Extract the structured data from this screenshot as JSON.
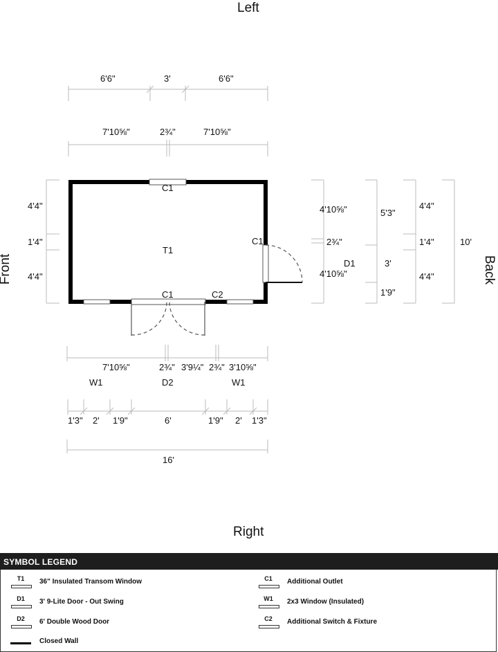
{
  "sides": {
    "left": "Left",
    "right": "Right",
    "front": "Front",
    "back": "Back"
  },
  "top_dims_row1": {
    "a": "6'6\"",
    "b": "3'",
    "c": "6'6\""
  },
  "top_dims_row2": {
    "a": "7'10⅝\"",
    "b": "2¾\"",
    "c": "7'10⅝\""
  },
  "front_dims": {
    "a": "4'4\"",
    "b": "1'4\"",
    "c": "4'4\""
  },
  "back_dims_inner": {
    "a": "4'10⅝\"",
    "b": "2¾\"",
    "c": "4'10⅝\""
  },
  "back_dims_door": {
    "a": "5'3\"",
    "b": "3'",
    "c": "1'9\""
  },
  "back_dims_outer": {
    "a": "4'4\"",
    "b": "1'4\"",
    "c": "4'4\""
  },
  "back_total": "10'",
  "bottom_dims_row1": {
    "a": "7'10⅝\"",
    "b": "2¾\"",
    "c": "3'9¼\"",
    "d": "2¾\"",
    "e": "3'10⅝\""
  },
  "bottom_labels": {
    "w1_left": "W1",
    "d2": "D2",
    "w1_right": "W1"
  },
  "bottom_dims_row2": {
    "a": "1'3\"",
    "b": "2'",
    "c": "1'9\"",
    "d": "6'",
    "e": "1'9\"",
    "f": "2'",
    "g": "1'3\""
  },
  "bottom_total": "16'",
  "plan_labels": {
    "c1_top": "C1",
    "t1": "T1",
    "c1_right": "C1",
    "d1": "D1",
    "c1_bottom": "C1",
    "c2": "C2"
  },
  "legend": {
    "title": "SYMBOL LEGEND",
    "items": [
      {
        "code": "T1",
        "text": "36\" Insulated Transom Window",
        "icon": "window-symbol"
      },
      {
        "code": "D1",
        "text": "3' 9-Lite Door - Out Swing",
        "icon": "window-symbol"
      },
      {
        "code": "D2",
        "text": "6' Double Wood Door",
        "icon": "window-symbol"
      },
      {
        "code": "",
        "text": "Closed Wall",
        "icon": "wall-line"
      },
      {
        "code": "C1",
        "text": "Additional Outlet",
        "icon": "window-symbol"
      },
      {
        "code": "W1",
        "text": "2x3 Window (Insulated)",
        "icon": "window-symbol"
      },
      {
        "code": "C2",
        "text": "Additional Switch & Fixture",
        "icon": "window-symbol"
      }
    ]
  }
}
